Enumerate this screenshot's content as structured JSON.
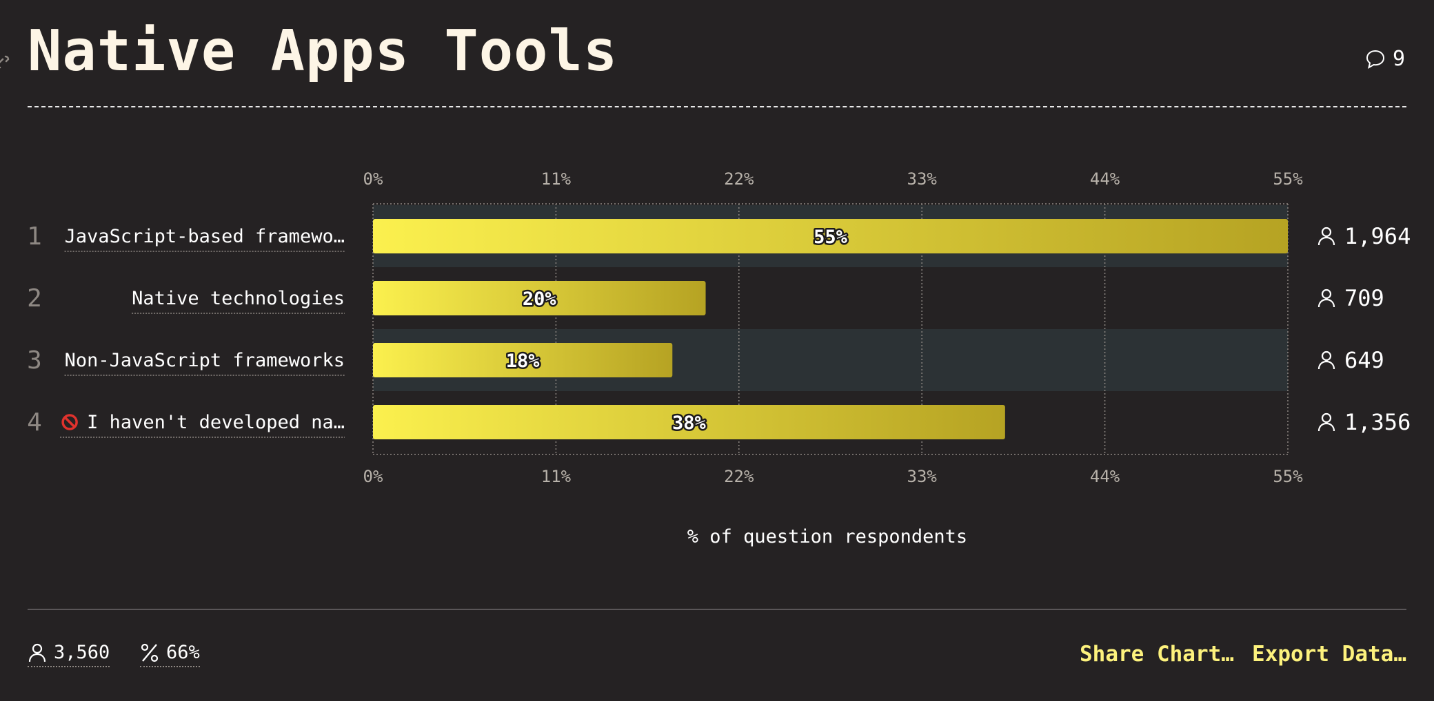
{
  "header": {
    "title": "Native Apps Tools",
    "comments_count": "9"
  },
  "chart_data": {
    "type": "bar",
    "orientation": "horizontal",
    "categories": [
      "JavaScript-based framewo…",
      "Native technologies",
      "Non-JavaScript frameworks",
      "I haven't developed na…"
    ],
    "ranks": [
      "1",
      "2",
      "3",
      "4"
    ],
    "values": [
      55,
      20,
      18,
      38
    ],
    "value_labels": [
      "55%",
      "20%",
      "18%",
      "38%"
    ],
    "counts": [
      "1,964",
      "709",
      "649",
      "1,356"
    ],
    "row_icons": [
      "",
      "",
      "",
      "no-entry-icon"
    ],
    "xticks": [
      0,
      11,
      22,
      33,
      44,
      55
    ],
    "xtick_labels": [
      "0%",
      "11%",
      "22%",
      "33%",
      "44%",
      "55%"
    ],
    "xlim": [
      0,
      55
    ],
    "xlabel": "% of question respondents",
    "grid": true,
    "colors": {
      "bar_start": "#fbf04e",
      "bar_end": "#b6a323",
      "row_band": "#2c3235"
    }
  },
  "footer": {
    "respondents": "3,560",
    "percent": "66%",
    "share_label": "Share Chart…",
    "export_label": "Export Data…"
  }
}
